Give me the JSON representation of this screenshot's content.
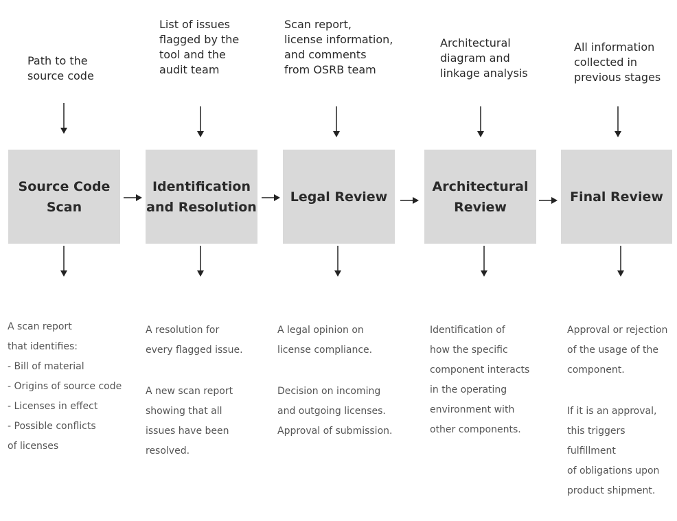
{
  "stages": [
    {
      "id": "source-code-scan",
      "title": "Source Code\nScan",
      "input": "Path to the\nsource code",
      "output": [
        "A scan report\nthat identifies:\n- Bill of material\n- Origins of source code\n- Licenses in effect\n- Possible conflicts\n  of licenses"
      ]
    },
    {
      "id": "identification-and-resolution",
      "title": "Identification\nand Resolution",
      "input": "List of issues\nflagged by the\ntool and the\naudit team",
      "output": [
        "A resolution for\nevery flagged issue.",
        "A new scan report\nshowing that all\nissues have been\nresolved."
      ]
    },
    {
      "id": "legal-review",
      "title": "Legal Review",
      "input": "Scan report,\nlicense information,\nand comments\nfrom OSRB team",
      "output": [
        "A legal opinion on\nlicense compliance.",
        "Decision on incoming\nand outgoing licenses.\nApproval of submission."
      ]
    },
    {
      "id": "architectural-review",
      "title": "Architectural\nReview",
      "input": "Architectural\ndiagram and\nlinkage analysis",
      "output": [
        "Identification of\nhow the specific\ncomponent interacts\nin the operating\nenvironment with\nother components."
      ]
    },
    {
      "id": "final-review",
      "title": "Final Review",
      "input": "All information\ncollected in\nprevious stages",
      "output": [
        "Approval or rejection\nof the usage of the\ncomponent.",
        "If it is an approval,\nthis triggers fulfillment\nof obligations upon\nproduct shipment."
      ]
    }
  ]
}
